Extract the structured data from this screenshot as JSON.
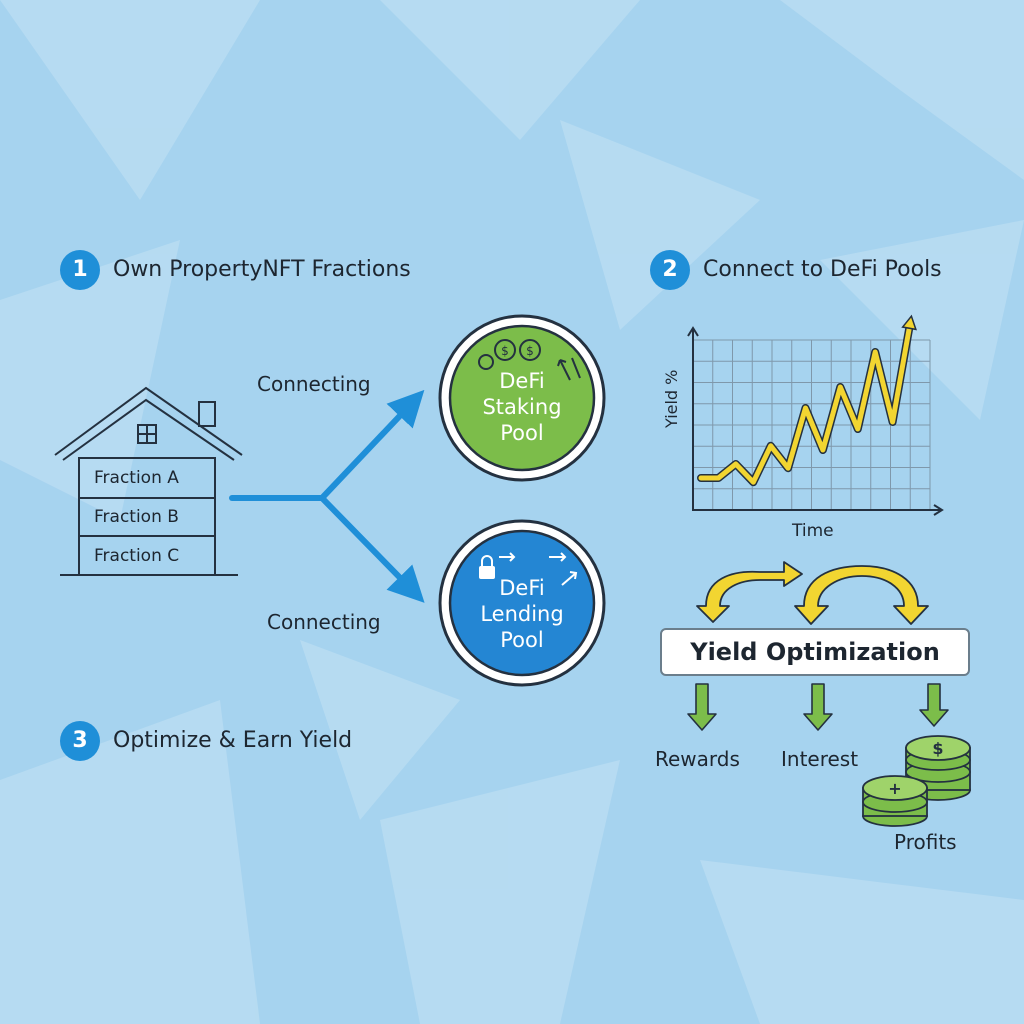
{
  "steps": [
    {
      "number": "1",
      "title": "Own PropertyNFT Fractions"
    },
    {
      "number": "2",
      "title": "Connect to DeFi Pools"
    },
    {
      "number": "3",
      "title": "Optimize & Earn Yield"
    }
  ],
  "house": {
    "fractions": [
      "Fraction A",
      "Fraction B",
      "Fraction C"
    ]
  },
  "connectors": {
    "top_label": "Connecting",
    "bottom_label": "Connecting"
  },
  "pools": {
    "staking": {
      "line1": "DeFi",
      "line2": "Staking",
      "line3": "Pool",
      "color": "#7cbd4a"
    },
    "lending": {
      "line1": "DeFi",
      "line2": "Lending",
      "line3": "Pool",
      "color": "#2486d3"
    }
  },
  "chart": {
    "ylabel": "Yield %",
    "xlabel": "Time"
  },
  "chart_data": {
    "type": "line",
    "title": "",
    "xlabel": "Time",
    "ylabel": "Yield %",
    "grid": true,
    "series": [
      {
        "values": [
          0.05,
          0.05,
          0.15,
          0.02,
          0.28,
          0.12,
          0.55,
          0.25,
          0.7,
          0.4,
          0.95,
          0.45,
          1.15
        ]
      }
    ]
  },
  "optimization": {
    "label": "Yield Optimization",
    "outputs": [
      "Rewards",
      "Interest",
      "Profits"
    ]
  },
  "colors": {
    "background": "#a6d3ef",
    "accent_blue": "#1f8fd8",
    "chart_line": "#f2d531",
    "output_green": "#7cbd4a"
  }
}
